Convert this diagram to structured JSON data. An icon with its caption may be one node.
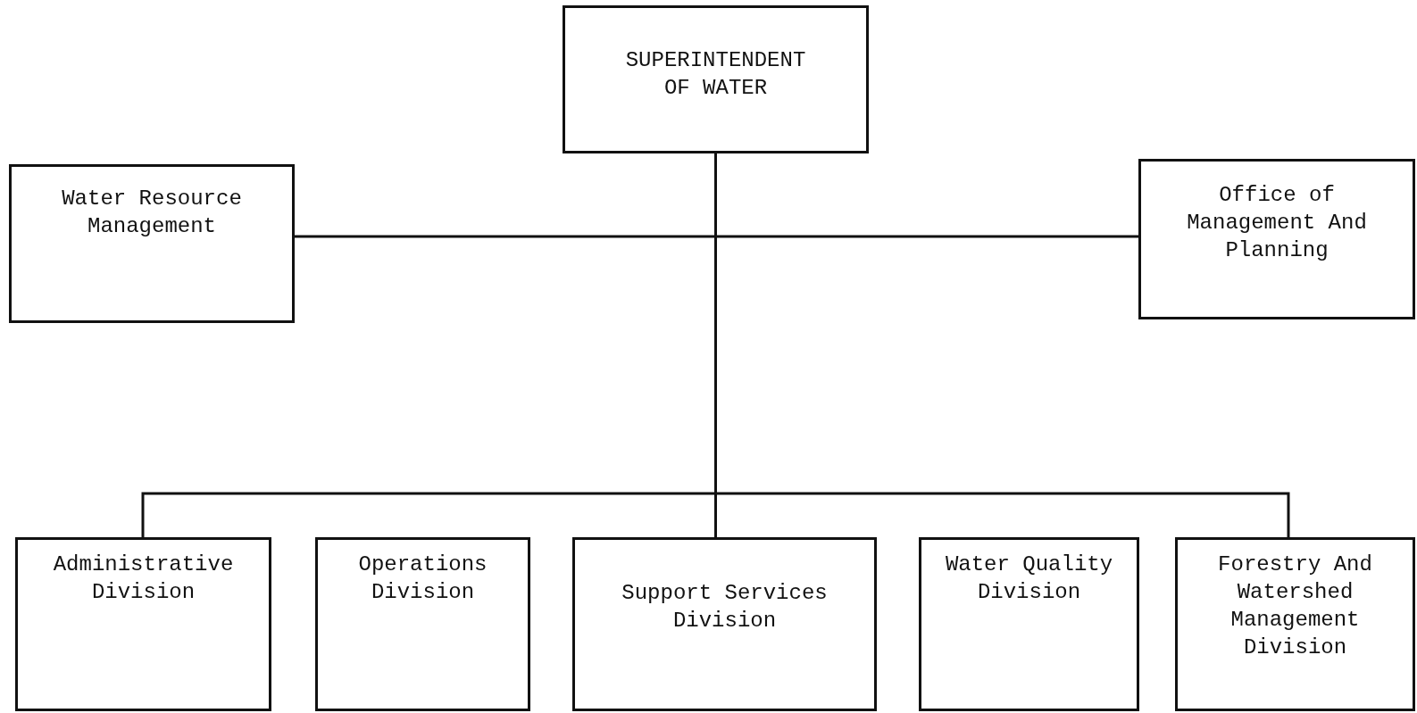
{
  "diagram": {
    "nodes": [
      {
        "text": [
          "SUPERINTENDENT OF WATER"
        ]
      },
      {
        "text": [
          "Water Resource Management"
        ]
      },
      {
        "text": [
          "Office of Management And Planning"
        ]
      },
      {
        "text": [
          "Administrative Division"
        ]
      },
      {
        "text": [
          "Operations Division"
        ]
      },
      {
        "text": [
          "Support Services Division"
        ]
      },
      {
        "text": [
          "Water Quality Division"
        ]
      },
      {
        "text": [
          "Forestry And Watershed Management Division"
        ]
      }
    ],
    "edges": [
      {
        "from": 0,
        "to": 1,
        "arrow": "none"
      },
      {
        "from": 0,
        "to": 2,
        "arrow": "none"
      },
      {
        "from": 0,
        "to": 3,
        "arrow": "none"
      },
      {
        "from": 0,
        "to": 5,
        "arrow": "none"
      },
      {
        "from": 0,
        "to": 7,
        "arrow": "none"
      }
    ]
  }
}
